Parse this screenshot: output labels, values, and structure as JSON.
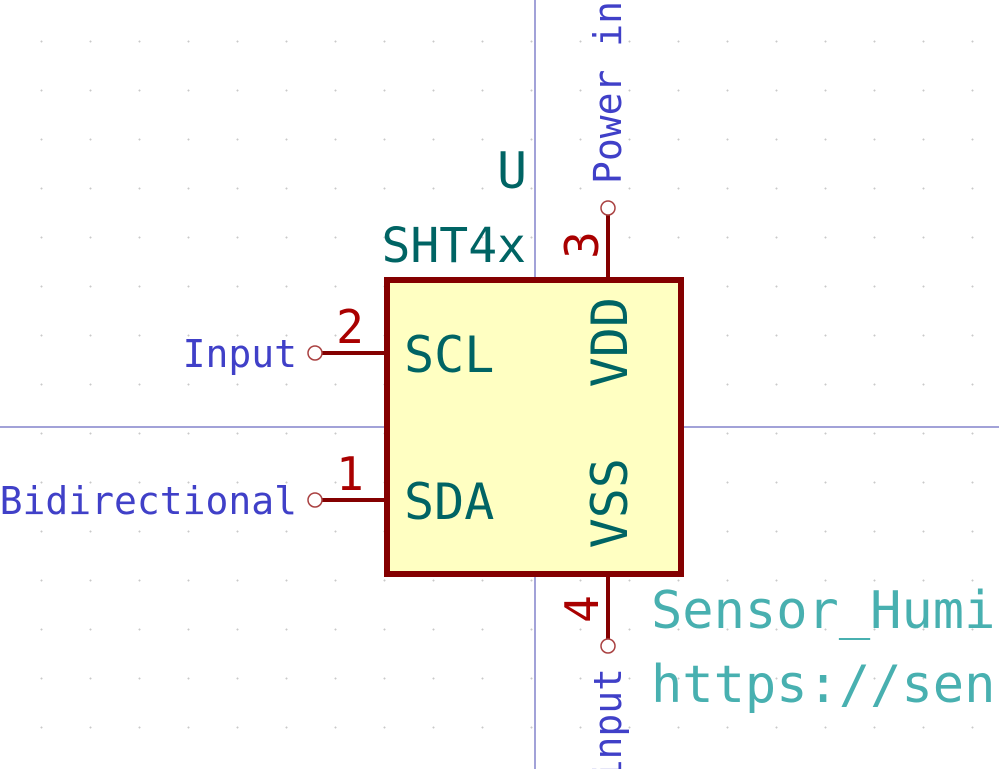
{
  "symbol": {
    "reference": "U",
    "value": "SHT4x",
    "footprint": "Sensor_Humi",
    "datasheet": "https://sens"
  },
  "pins": [
    {
      "number": "2",
      "name": "SCL",
      "type": "Input"
    },
    {
      "number": "1",
      "name": "SDA",
      "type": "Bidirectional"
    },
    {
      "number": "3",
      "name": "VDD",
      "type": "Power inp"
    },
    {
      "number": "4",
      "name": "VSS",
      "type": "input"
    }
  ],
  "colors": {
    "body_fill": "#ffffc2",
    "body_stroke": "#840000",
    "pin_line": "#840000",
    "pin_number": "#a90000",
    "pin_name": "#006464",
    "pin_type": "#4040c8",
    "field_text": "#48b0b0",
    "axis": "#4545b0"
  }
}
